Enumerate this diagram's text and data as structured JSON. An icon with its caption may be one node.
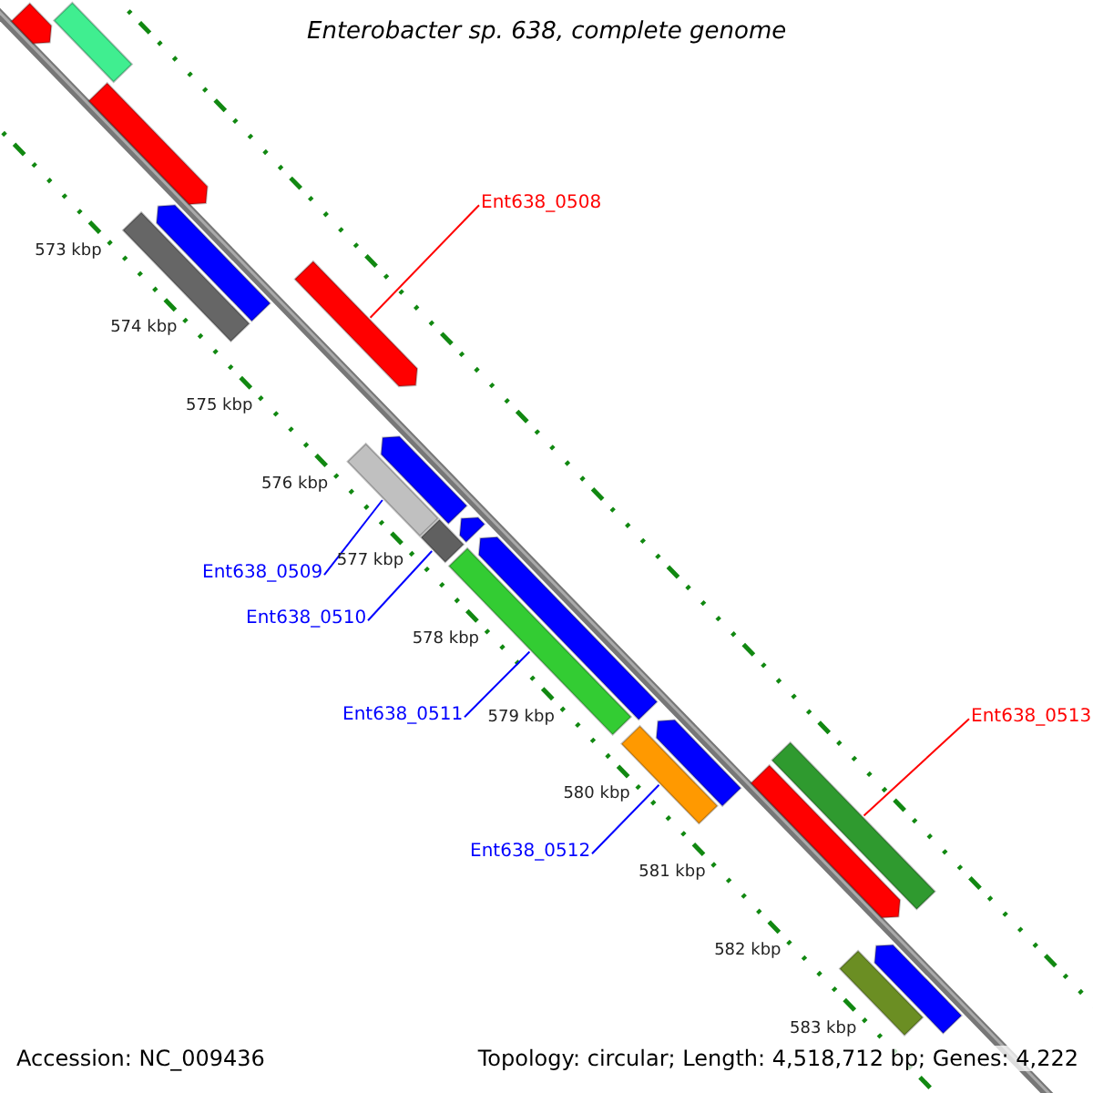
{
  "diagram": {
    "title": "Enterobacter sp. 638, complete genome",
    "nodes": [
      {
        "text": [],
        "shape": "bar"
      },
      {
        "text": [],
        "shape": "arrow"
      },
      {
        "text": [],
        "shape": "arrow"
      },
      {
        "text": [],
        "shape": "bar"
      },
      {
        "text": [],
        "shape": "arrow"
      },
      {
        "text": [
          "Ent638_0508"
        ]
      },
      {
        "text": [],
        "shape": "arrow"
      },
      {
        "text": [
          "Ent638_0509"
        ]
      },
      {
        "text": [],
        "shape": "bar"
      },
      {
        "text": [],
        "shape": "arrow"
      },
      {
        "text": [
          "Ent638_0510"
        ]
      },
      {
        "text": [],
        "shape": "bar"
      },
      {
        "text": [],
        "shape": "arrow"
      },
      {
        "text": [
          "Ent638_0511"
        ]
      },
      {
        "text": [],
        "shape": "bar"
      },
      {
        "text": [],
        "shape": "arrow"
      },
      {
        "text": [
          "Ent638_0512"
        ]
      },
      {
        "text": [],
        "shape": "bar"
      },
      {
        "text": [],
        "shape": "arrow"
      },
      {
        "text": [
          "Ent638_0513"
        ]
      },
      {
        "text": [],
        "shape": "bar"
      },
      {
        "text": [],
        "shape": "arrow"
      },
      {
        "text": [],
        "shape": "bar"
      },
      {
        "text": [],
        "shape": "arrow"
      }
    ],
    "edges": [
      {
        "from": 5,
        "to": 6,
        "arrow": "none",
        "color": "#ff0000"
      },
      {
        "from": 7,
        "to": 8,
        "arrow": "none"
      },
      {
        "from": 10,
        "to": 11,
        "arrow": "none"
      },
      {
        "from": 13,
        "to": 14,
        "arrow": "none"
      },
      {
        "from": 16,
        "to": 17,
        "arrow": "none"
      },
      {
        "from": 19,
        "to": 20,
        "arrow": "none",
        "color": "#ff0000"
      }
    ],
    "labels": [
      "573 kbp",
      "574 kbp",
      "575 kbp",
      "576 kbp",
      "577 kbp",
      "578 kbp",
      "579 kbp",
      "580 kbp",
      "581 kbp",
      "582 kbp",
      "583 kbp",
      "Accession: NC_009436",
      "Topology: circular; Length: 4,518,712 bp; Genes: 4,222"
    ]
  }
}
